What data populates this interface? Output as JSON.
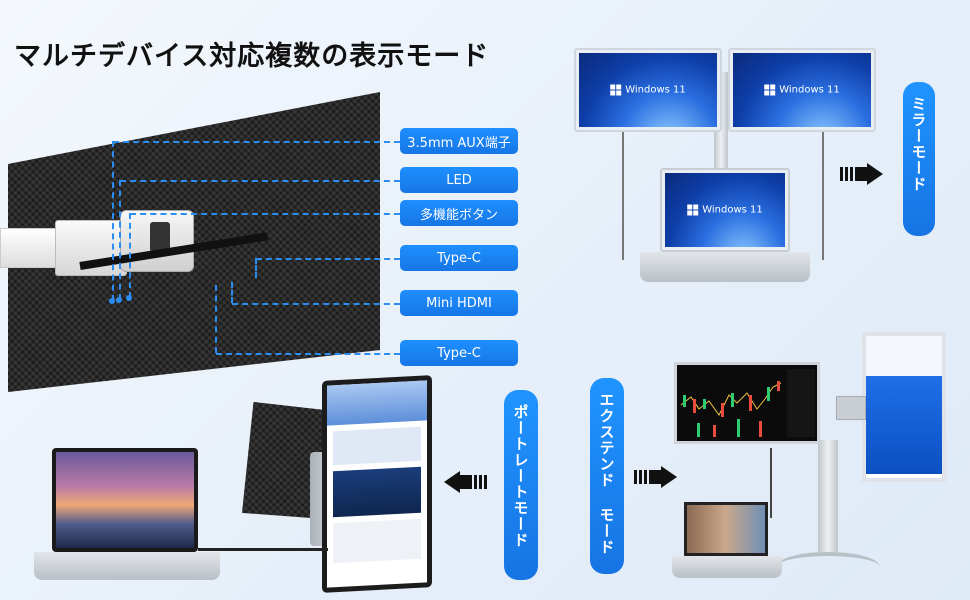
{
  "title": "マルチデバイス対応複数の表示モード",
  "ports": {
    "aux": "3.5mm AUX端子",
    "led": "LED",
    "button": "多機能ボタン",
    "typec_1": "Type-C",
    "hdmi": "Mini HDMI",
    "typec_2": "Type-C"
  },
  "modes": {
    "mirror": "ミラーモード",
    "portrait": "ポートレートモード",
    "extend": "エクステンド モード"
  },
  "windows_label": "Windows 11",
  "colors": {
    "accent": "#1f8fff",
    "arrow": "#111111"
  },
  "icons": {
    "arrow_right": "arrow-right-icon",
    "arrow_left": "arrow-left-icon",
    "windows": "windows-logo-icon"
  }
}
